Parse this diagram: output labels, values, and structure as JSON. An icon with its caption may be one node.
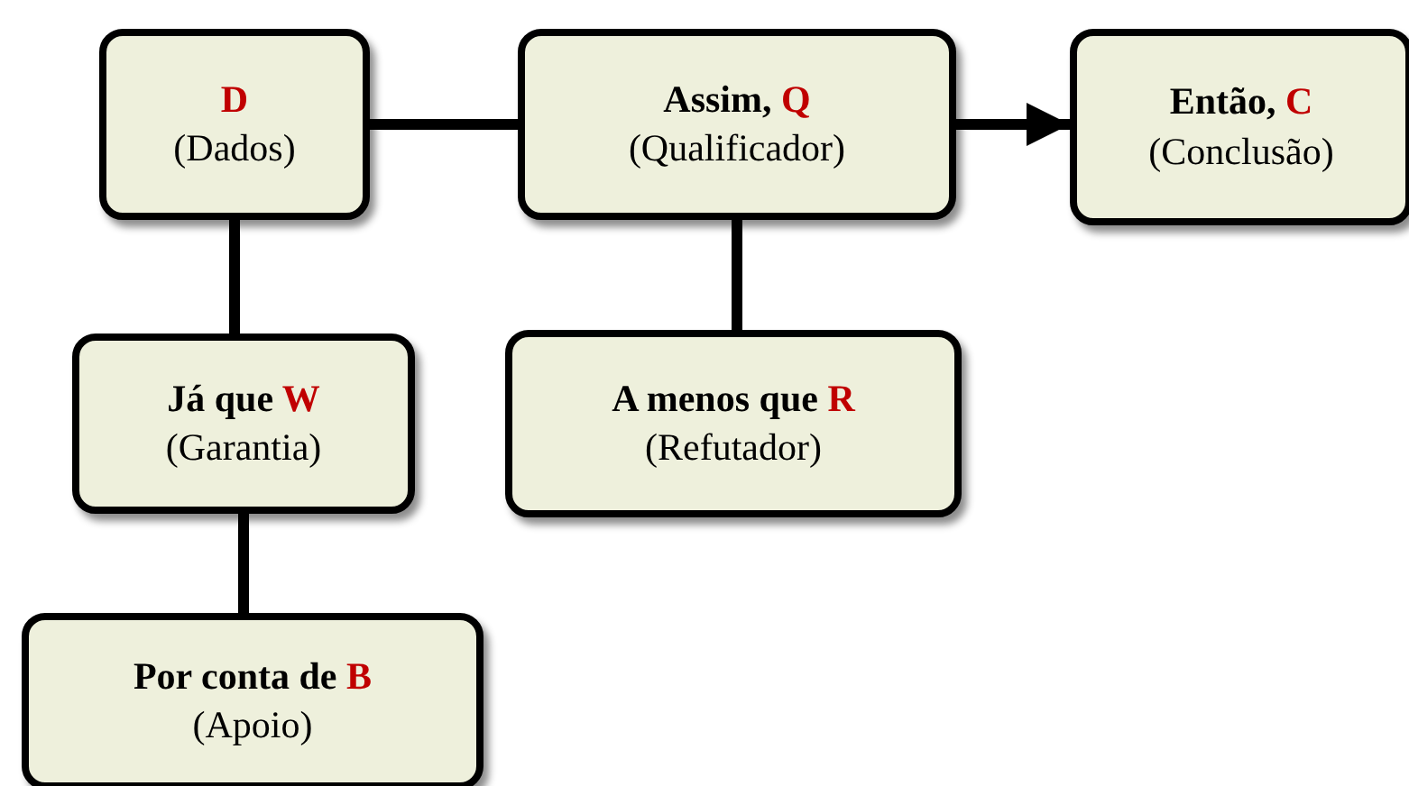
{
  "diagram": {
    "nodes": [
      {
        "text": [
          "D",
          "(Dados)"
        ]
      },
      {
        "text": [
          "Assim, Q",
          "(Qualificador)"
        ]
      },
      {
        "text": [
          "Então, C",
          "(Conclusão)"
        ]
      },
      {
        "text": [
          "Já que W",
          "(Garantia)"
        ]
      },
      {
        "text": [
          "A menos que R",
          "(Refutador)"
        ]
      },
      {
        "text": [
          "Por conta de B",
          "(Apoio)"
        ]
      }
    ],
    "edges": [
      {
        "from": 0,
        "to": 1,
        "arrow": "none"
      },
      {
        "from": 1,
        "to": 2,
        "arrow": "to"
      },
      {
        "from": 0,
        "to": 3,
        "arrow": "none"
      },
      {
        "from": 1,
        "to": 4,
        "arrow": "none"
      },
      {
        "from": 3,
        "to": 5,
        "arrow": "none"
      }
    ]
  }
}
